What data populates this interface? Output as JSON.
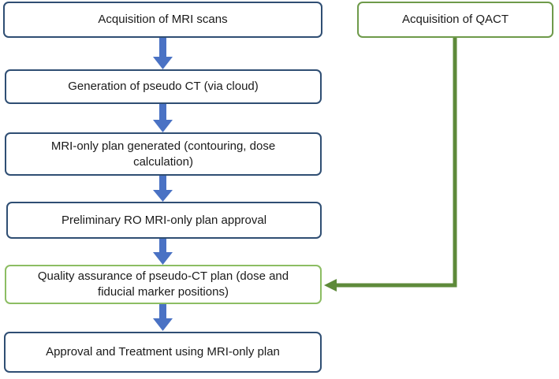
{
  "flowchart": {
    "steps": [
      {
        "id": "mri-scans",
        "label": "Acquisition of MRI scans"
      },
      {
        "id": "pseudo-ct",
        "label": "Generation of pseudo CT (via cloud)"
      },
      {
        "id": "mri-plan",
        "label_line1": "MRI-only plan generated (contouring, dose",
        "label_line2": "calculation)"
      },
      {
        "id": "ro-approval",
        "label": "Preliminary RO MRI-only plan approval"
      },
      {
        "id": "qa",
        "label_line1": "Quality assurance of pseudo-CT plan (dose and",
        "label_line2": "fiducial marker positions)"
      },
      {
        "id": "treatment",
        "label": "Approval and Treatment using MRI-only plan"
      }
    ],
    "side_step": {
      "id": "qact",
      "label": "Acquisition of QACT"
    },
    "colors": {
      "main_border": "#2f4e73",
      "arrow_blue": "#4a72c4",
      "side_border": "#6e9a4a",
      "arrow_green": "#5e8a3a"
    }
  }
}
